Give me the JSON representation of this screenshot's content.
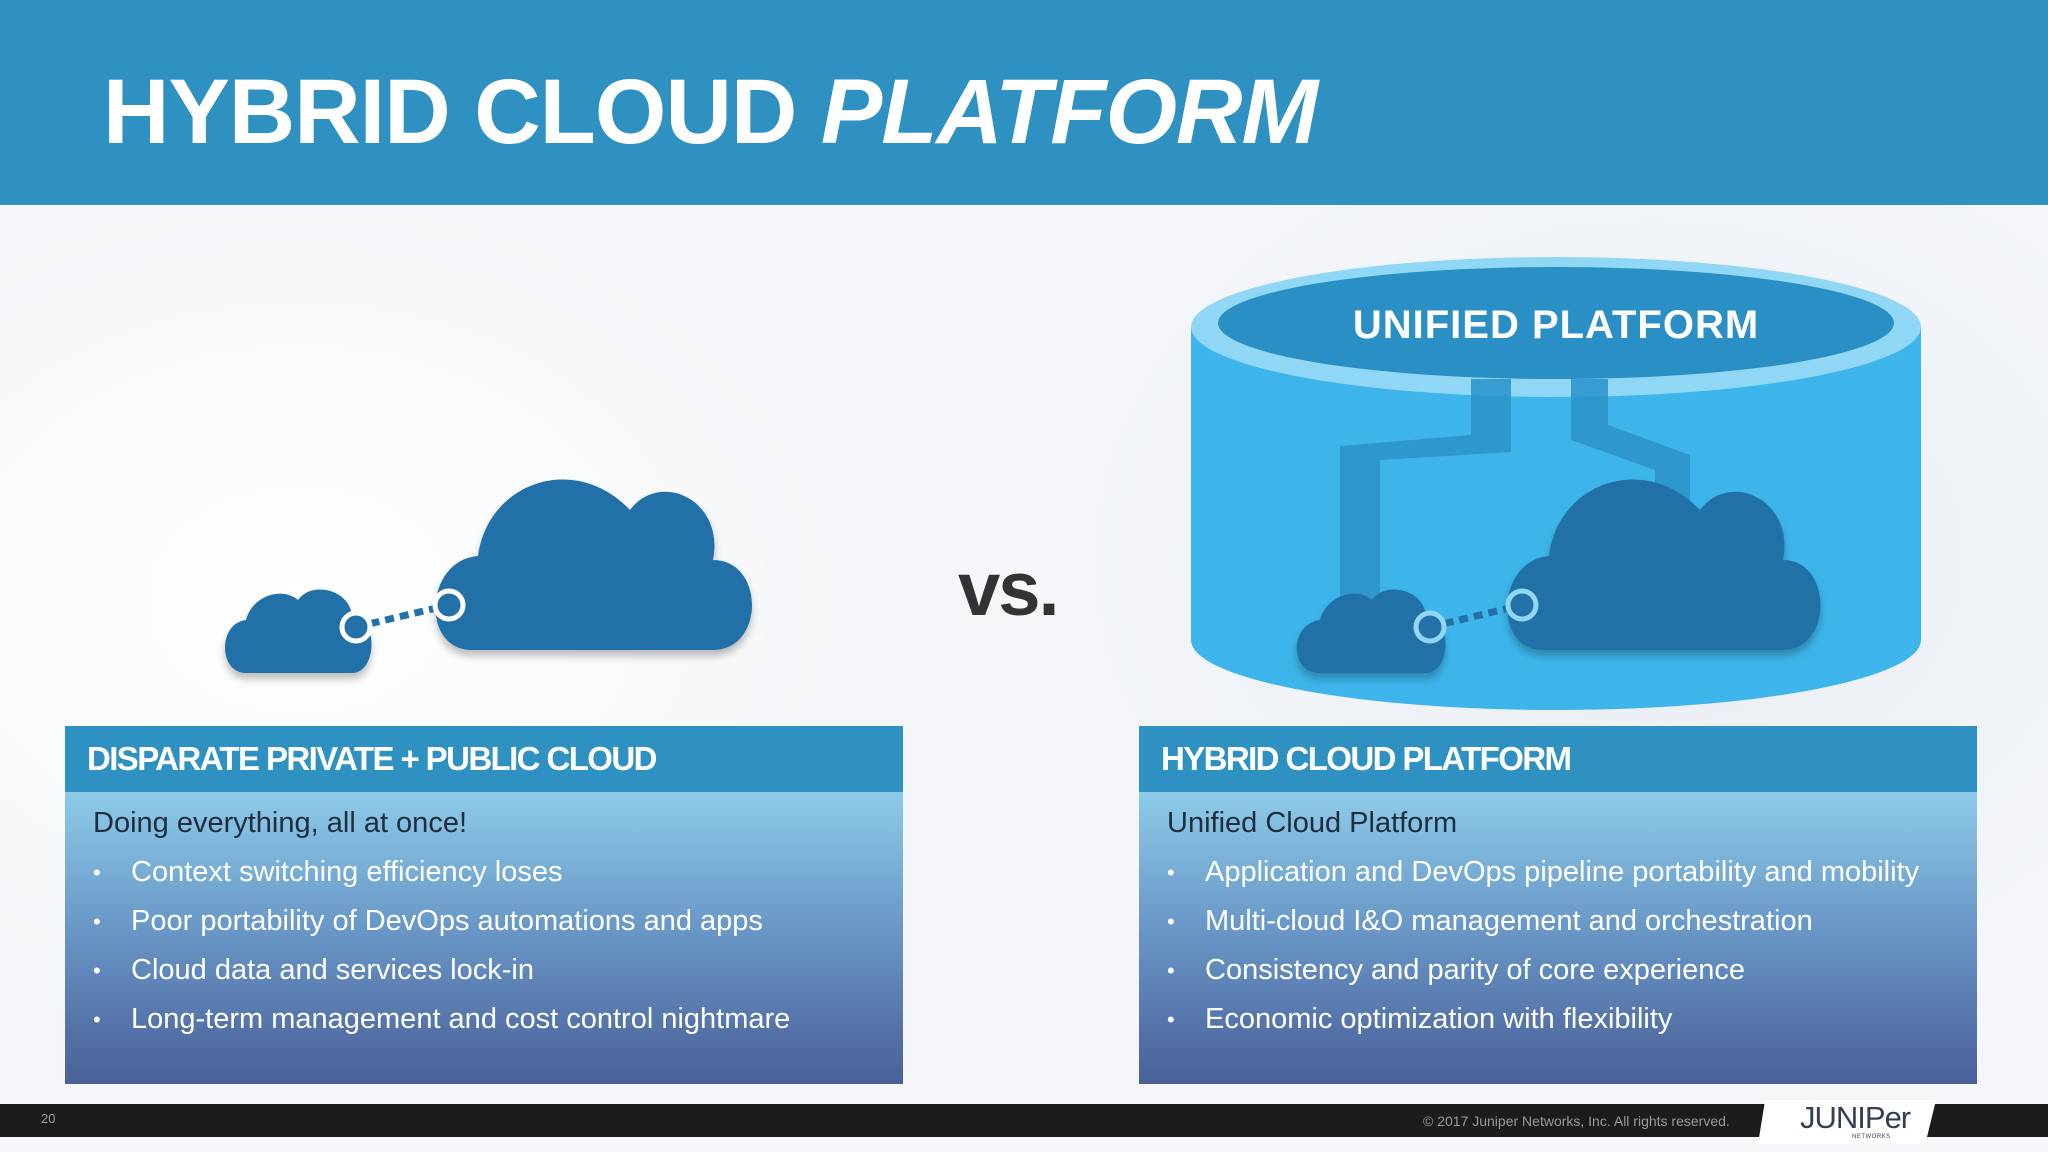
{
  "slide": {
    "title_main": "HYBRID CLOUD ",
    "title_emphasis": "PLATFORM",
    "vs_label": "vs.",
    "page_number": "20",
    "copyright": "© 2017 Juniper Networks, Inc. All rights reserved."
  },
  "diagram_right": {
    "label": "UNIFIED PLATFORM"
  },
  "panels": {
    "left": {
      "header": "DISPARATE PRIVATE + PUBLIC CLOUD",
      "lead": "Doing everything, all at once!",
      "bullets": [
        "Context switching efficiency loses",
        "Poor portability of DevOps automations and apps",
        "Cloud data and services lock-in",
        "Long-term management and cost control nightmare"
      ]
    },
    "right": {
      "header": "HYBRID CLOUD PLATFORM",
      "lead": "Unified Cloud Platform",
      "bullets": [
        "Application and DevOps pipeline portability and mobility",
        "Multi-cloud I&O management and orchestration",
        "Consistency and parity of core experience",
        "Economic optimization with flexibility"
      ]
    }
  },
  "logo": {
    "brand": "JUNIPer",
    "sub": "NETWORKS"
  },
  "bullet_symbol": "•",
  "colors": {
    "title_band": "#2f91c2",
    "cloud": "#2470a8",
    "platform_cylinder": "#3db5ea",
    "footer": "#1c1c1c"
  }
}
